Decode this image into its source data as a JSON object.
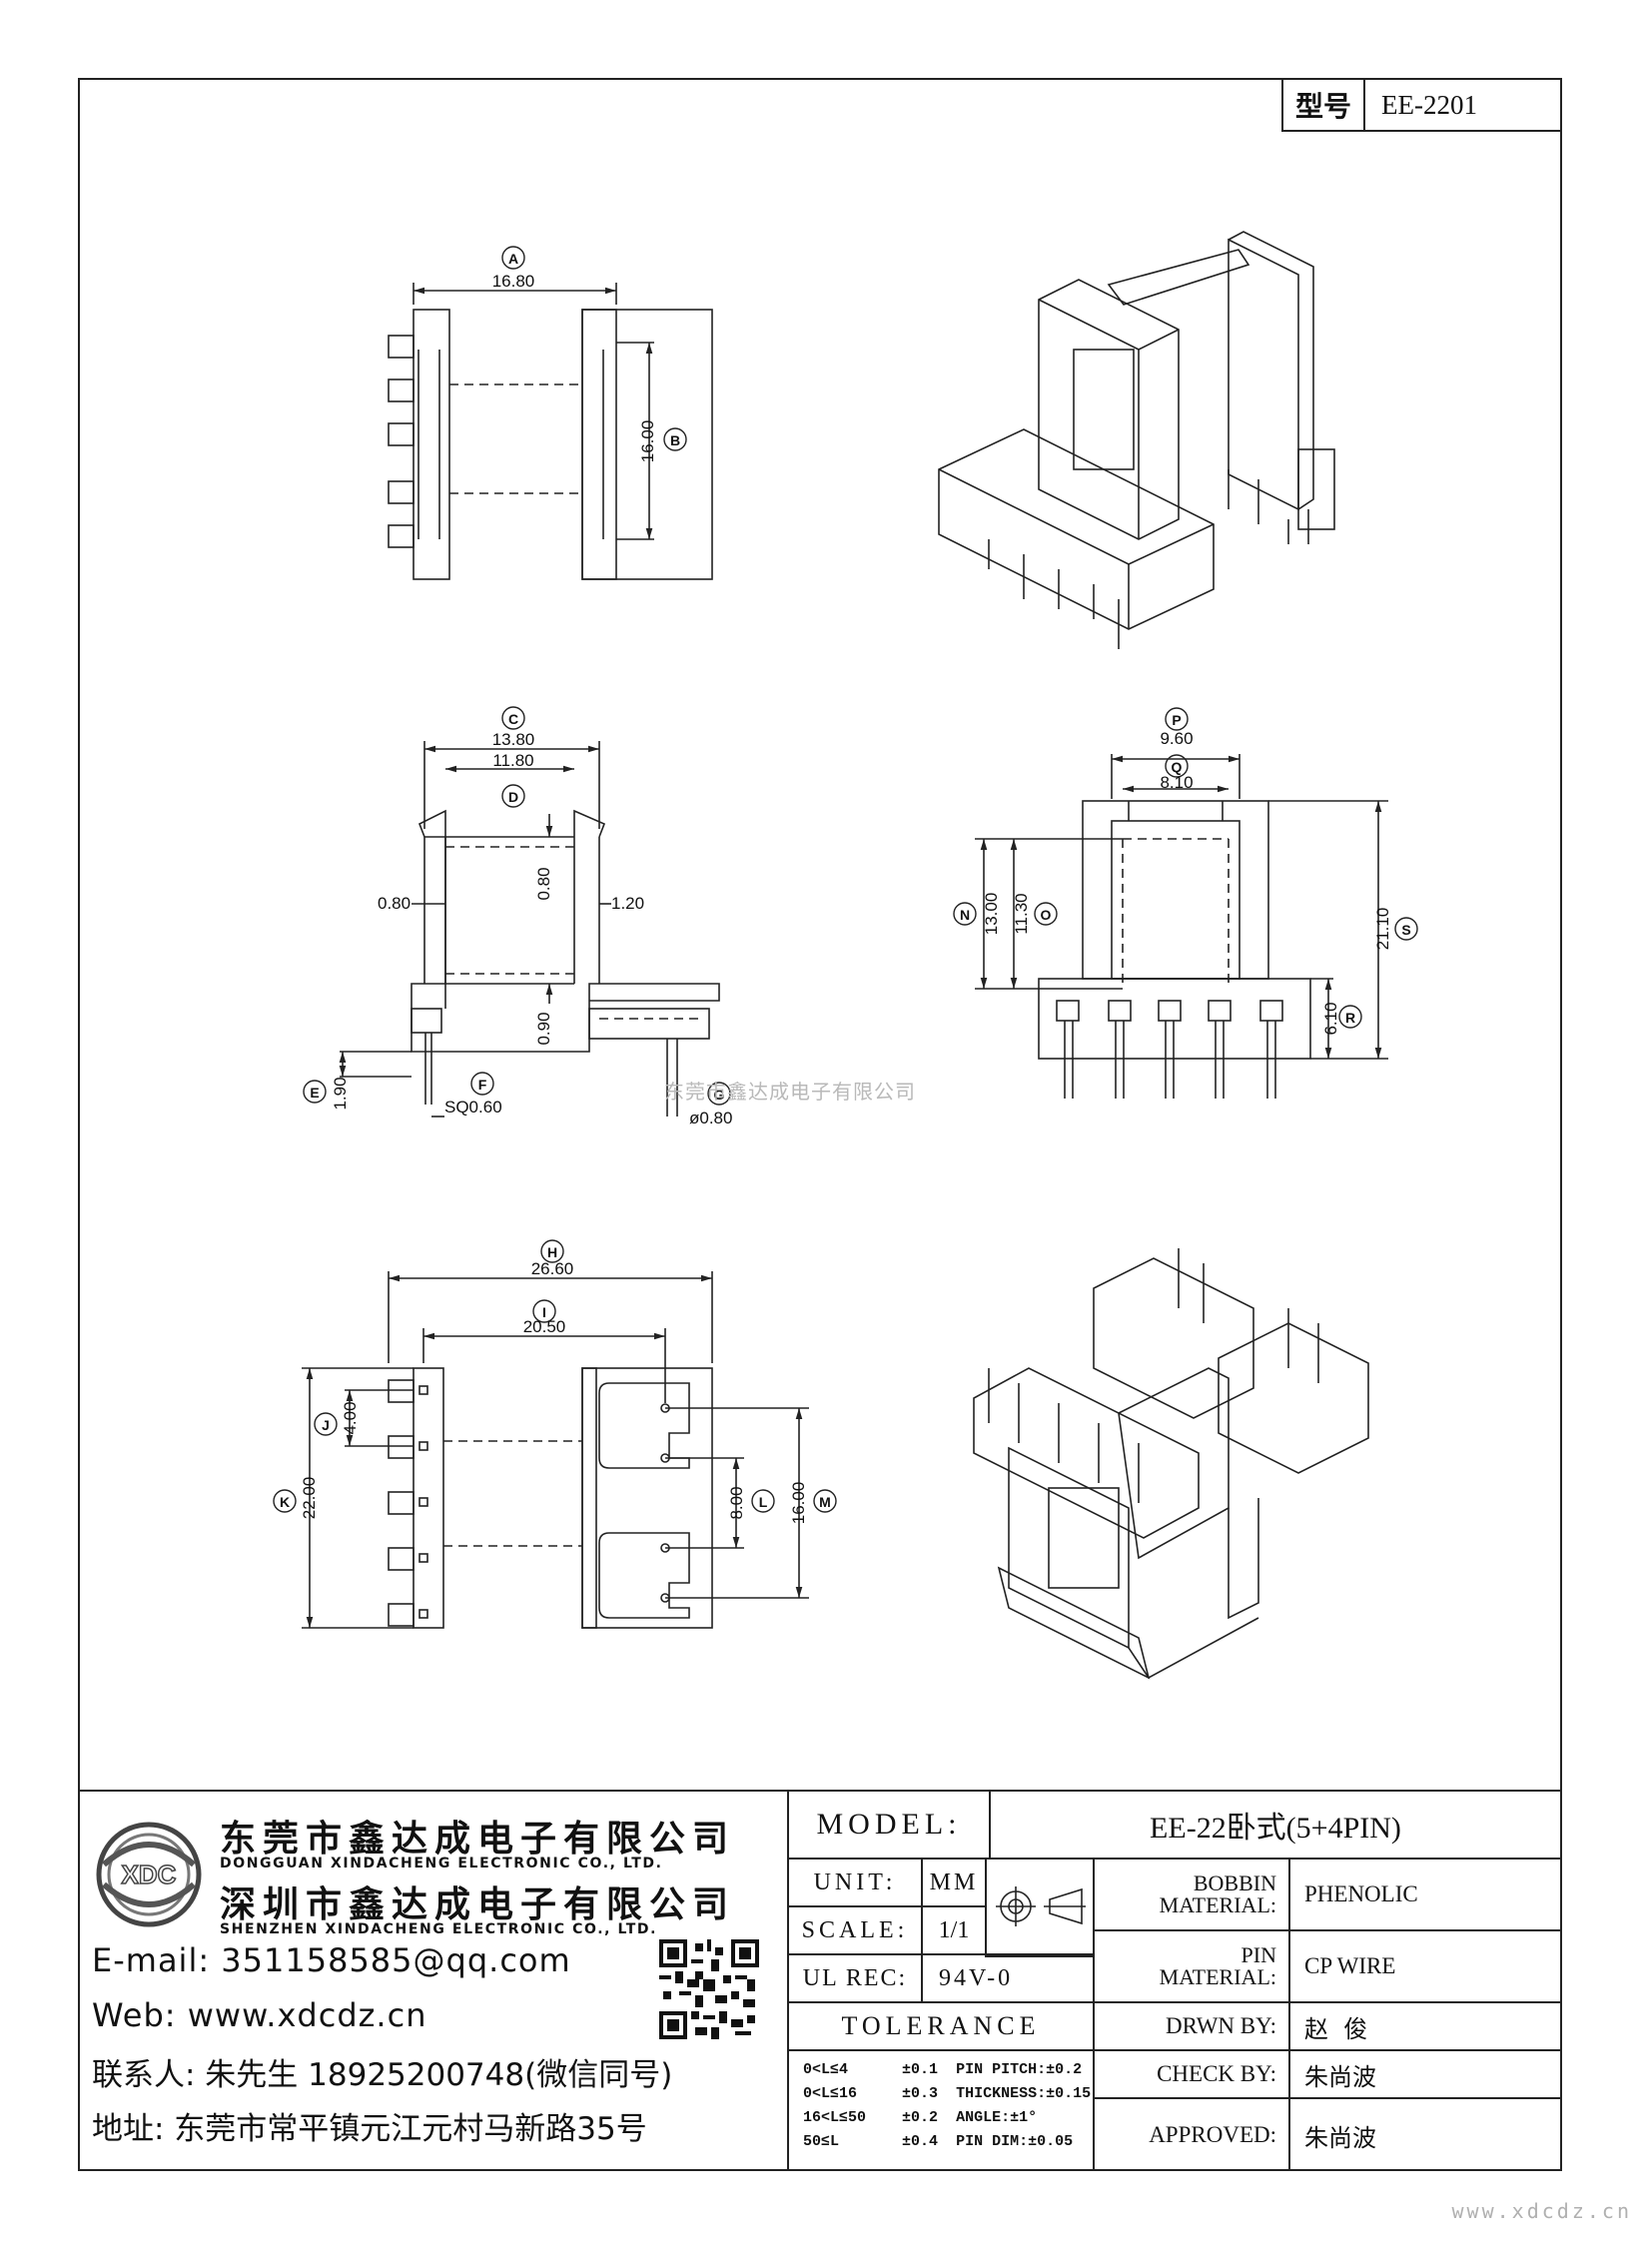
{
  "header": {
    "type_label": "型号",
    "type_value": "EE-2201"
  },
  "dimensions": {
    "A": {
      "letter": "A",
      "value": "16.80"
    },
    "B": {
      "letter": "B",
      "value": "16.00"
    },
    "C": {
      "letter": "C",
      "value": "13.80"
    },
    "D": {
      "letter": "D",
      "value": "11.80"
    },
    "E": {
      "letter": "E",
      "value": "1.90"
    },
    "F": {
      "letter": "F",
      "value": "SQ0.60"
    },
    "G": {
      "letter": "G",
      "value": "ø0.80"
    },
    "H": {
      "letter": "H",
      "value": "26.60"
    },
    "I": {
      "letter": "I",
      "value": "20.50"
    },
    "J": {
      "letter": "J",
      "value": "4.00"
    },
    "K": {
      "letter": "K",
      "value": "22.00"
    },
    "L": {
      "letter": "L",
      "value": "8.00"
    },
    "M": {
      "letter": "M",
      "value": "16.00"
    },
    "N": {
      "letter": "N",
      "value": "13.00"
    },
    "O": {
      "letter": "O",
      "value": "11.30"
    },
    "P": {
      "letter": "P",
      "value": "9.60"
    },
    "Q": {
      "letter": "Q",
      "value": "8.10"
    },
    "R": {
      "letter": "R",
      "value": "6.10"
    },
    "S": {
      "letter": "S",
      "value": "21.10"
    },
    "extra": {
      "left_wall": "0.80",
      "top_wall": "0.80",
      "right_wall": "1.20",
      "base_step": "0.90"
    }
  },
  "watermark": "东莞市鑫达成电子有限公司",
  "company": {
    "name_cn_1": "东莞市鑫达成电子有限公司",
    "name_en_1": "DONGGUAN XINDACHENG ELECTRONIC CO., LTD.",
    "name_cn_2": "深圳市鑫达成电子有限公司",
    "name_en_2": "SHENZHEN XINDACHENG ELECTRONIC CO., LTD.",
    "logo_text": "XDC",
    "email": "E-mail: 351158585@qq.com",
    "web": "Web: www.xdcdz.cn",
    "contact": "联系人: 朱先生 18925200748(微信同号)",
    "address": "地址: 东莞市常平镇元江元村马新路35号"
  },
  "title_block": {
    "model_label": "MODEL:",
    "model_value": "EE-22卧式(5+4PIN)",
    "unit_label": "UNIT:",
    "unit_value": "MM",
    "scale_label": "SCALE:",
    "scale_value": "1/1",
    "ul_label": "UL REC:",
    "ul_value": "94V-0",
    "tolerance_label": "TOLERANCE",
    "bobbin_label_1": "BOBBIN",
    "bobbin_label_2": "MATERIAL:",
    "bobbin_value": "PHENOLIC",
    "pin_label_1": "PIN",
    "pin_label_2": "MATERIAL:",
    "pin_value": "CP WIRE",
    "drawn_label": "DRWN BY:",
    "drawn_value": "赵  俊",
    "check_label": "CHECK BY:",
    "check_value": "朱尚波",
    "approved_label": "APPROVED:",
    "approved_value": "朱尚波",
    "tolerance_rows": [
      {
        "range": "0<L≤4",
        "tol": "±0.1",
        "extra": "PIN PITCH:±0.2"
      },
      {
        "range": "0<L≤16",
        "tol": "±0.3",
        "extra": "THICKNESS:±0.15"
      },
      {
        "range": "16<L≤50",
        "tol": "±0.2",
        "extra": "ANGLE:±1°"
      },
      {
        "range": "50≤L",
        "tol": "±0.4",
        "extra": "PIN DIM:±0.05"
      }
    ]
  },
  "footer_site": "www.xdcdz.cn"
}
